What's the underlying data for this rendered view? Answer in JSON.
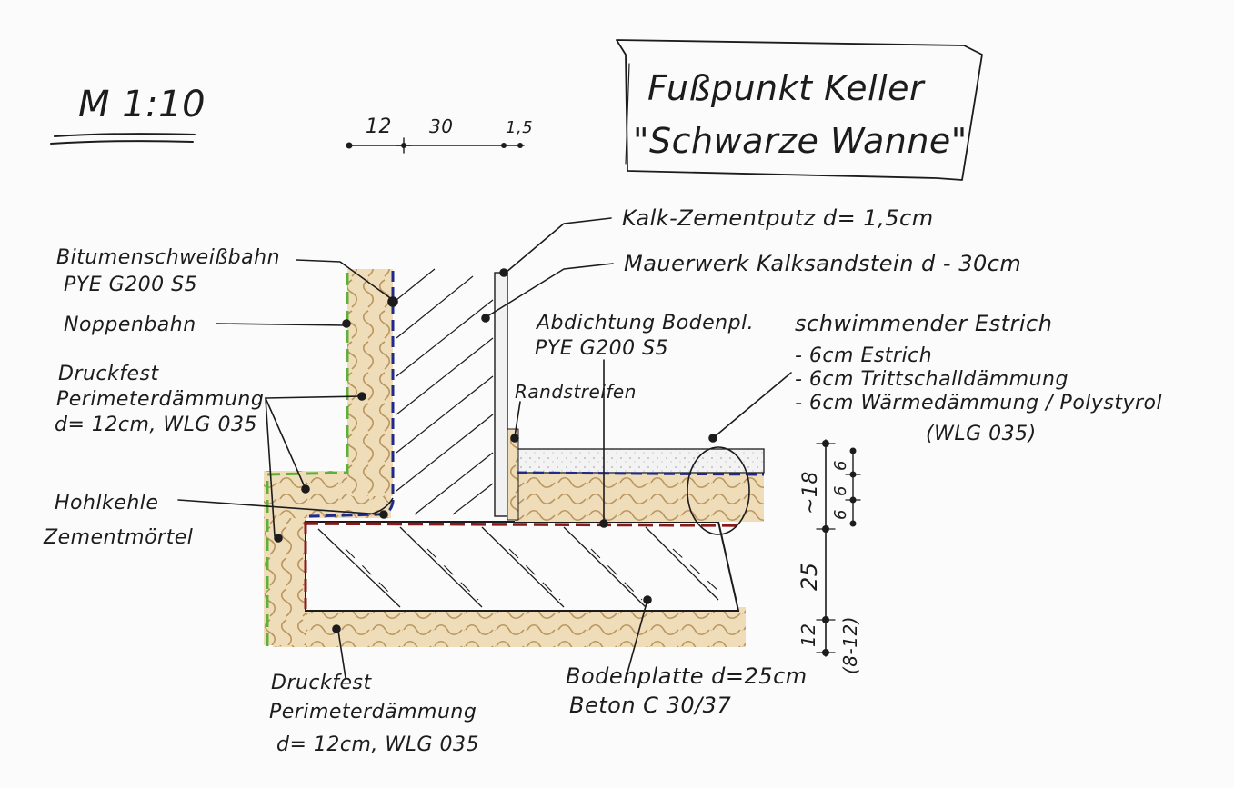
{
  "scale_label": "M 1:10",
  "title": {
    "line1": "Fußpunkt Keller",
    "line2": "\"Schwarze Wanne\""
  },
  "top_dimensions": {
    "a": "12",
    "b": "30",
    "c": "1,5"
  },
  "labels": {
    "kalk_zementputz": "Kalk-Zementputz d= 1,5cm",
    "mauerwerk": "Mauerwerk Kalksandstein d - 30cm",
    "bitumen_line1": "Bitumenschweißbahn",
    "bitumen_line2": "PYE G200 S5",
    "noppenbahn": "Noppenbahn",
    "druckfest_top_line1": "Druckfest",
    "druckfest_top_line2": "Perimeterdämmung",
    "druckfest_top_line3": "d= 12cm, WLG 035",
    "hohlkehle_line1": "Hohlkehle",
    "hohlkehle_line2": "Zementmörtel",
    "abdichtung_line1": "Abdichtung Bodenpl.",
    "abdichtung_line2": "PYE G200 S5",
    "randstreifen": "Randstreifen",
    "estrich_title": "schwimmender Estrich",
    "estrich_item1": "- 6cm  Estrich",
    "estrich_item2": "- 6cm  Trittschalldämmung",
    "estrich_item3": "- 6cm  Wärmedämmung / Polystyrol",
    "estrich_item4": "(WLG 035)",
    "druckfest_bottom_line1": "Druckfest",
    "druckfest_bottom_line2": "Perimeterdämmung",
    "druckfest_bottom_line3": "d= 12cm, WLG 035",
    "bodenplatte_line1": "Bodenplatte d=25cm",
    "bodenplatte_line2": "Beton C 30/37"
  },
  "right_dimensions": {
    "d18": "~18",
    "d6a": "6",
    "d6b": "6",
    "d6c": "6",
    "d25": "25",
    "d12": "12",
    "d8_12": "(8-12)"
  },
  "colors": {
    "ink": "#1c1c1c",
    "insulation_fill": "#efdcb8",
    "insulation_curl": "#b99660",
    "waterproofing_blue": "#1f2a8a",
    "sealing_red": "#8a1a1a",
    "dimple_green": "#5fb03a"
  }
}
